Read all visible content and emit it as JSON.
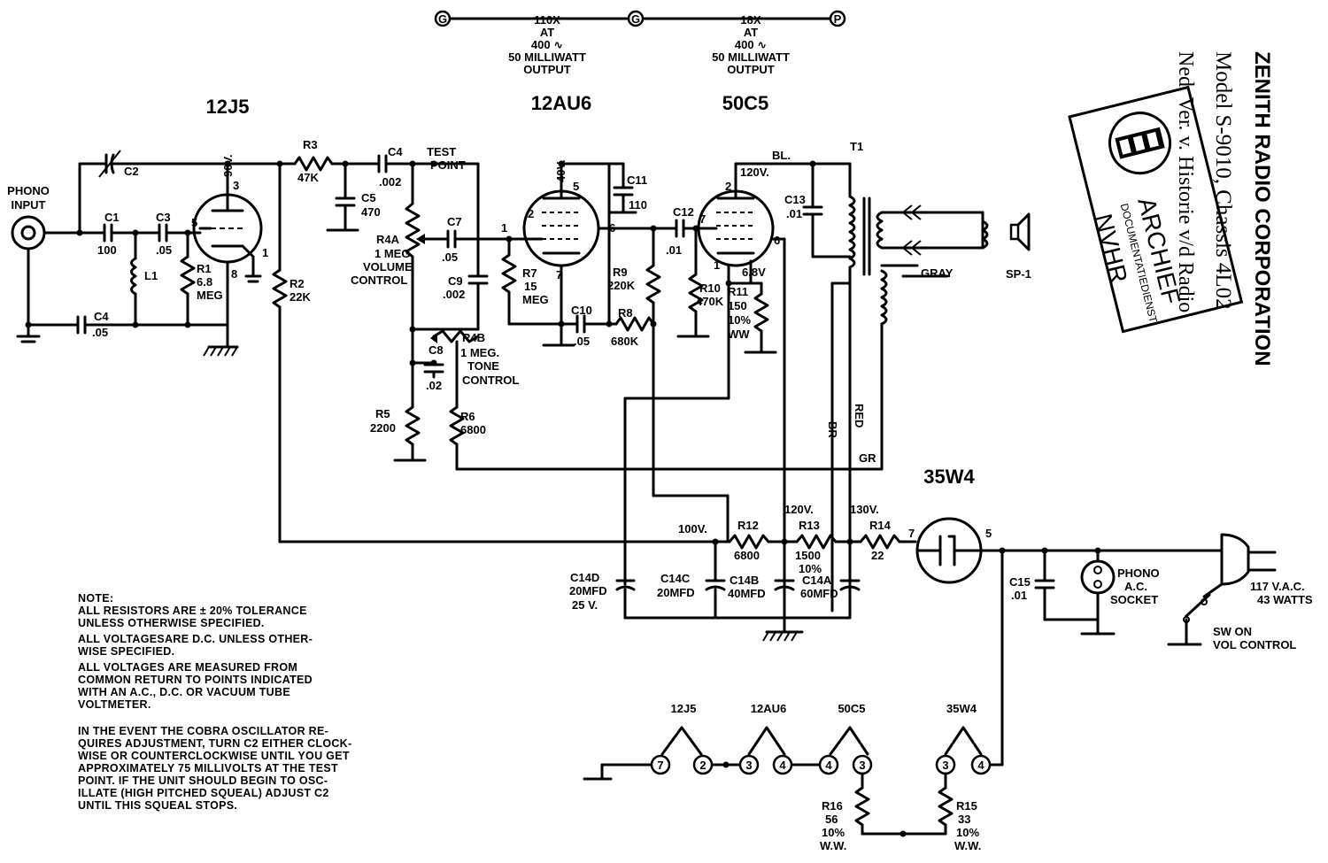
{
  "gain_chain": {
    "nodes": [
      "G",
      "G",
      "P"
    ],
    "stage1": [
      "110X",
      "AT",
      "400 ∿",
      "50 MILLIWATT",
      "OUTPUT"
    ],
    "stage2": [
      "18X",
      "AT",
      "400 ∿",
      "50 MILLIWATT",
      "OUTPUT"
    ]
  },
  "tubes": {
    "t1": "12J5",
    "t2": "12AU6",
    "t3": "50C5",
    "t4": "35W4"
  },
  "labels": {
    "phono_input": [
      "PHONO",
      "INPUT"
    ],
    "c1": "C1",
    "c1v": "100",
    "c2": "C2",
    "c3": "C3",
    "c3v": ".05",
    "c4a": "C4",
    "c4av": ".05",
    "c4b": "C4",
    "c4bv": ".002",
    "c5": "C5",
    "c5v": "470",
    "c7": "C7",
    "c7v": ".05",
    "c8": "C8",
    "c8v": ".02",
    "c9": "C9",
    "c9v": ".002",
    "c10": "C10",
    "c10v": ".05",
    "c11": "C11",
    "c11v": "110",
    "c12": "C12",
    "c12v": ".01",
    "c13": "C13",
    "c13v": ".01",
    "c15": "C15",
    "c15v": ".01",
    "l1": "L1",
    "r1": [
      "R1",
      "6.8",
      "MEG"
    ],
    "r2": [
      "R2",
      "22K"
    ],
    "r3": [
      "R3",
      "47K"
    ],
    "r4a": [
      "R4A",
      "1 MEG.",
      "VOLUME",
      "CONTROL"
    ],
    "r4b": [
      "R4B",
      "1 MEG.",
      "TONE",
      "CONTROL"
    ],
    "r5": [
      "R5",
      "2200"
    ],
    "r6": [
      "R6",
      "6800"
    ],
    "r7": [
      "R7",
      "15",
      "MEG"
    ],
    "r8": [
      "R8",
      "680K"
    ],
    "r9": [
      "R9",
      "220K"
    ],
    "r10": [
      "R10",
      "470K"
    ],
    "r11": [
      "R11",
      "150",
      "10%",
      "WW"
    ],
    "r12": [
      "R12",
      "6800"
    ],
    "r13": [
      "R13",
      "1500",
      "10%"
    ],
    "r14": [
      "R14",
      "22"
    ],
    "r15": [
      "R15",
      "33",
      "10%",
      "W.W."
    ],
    "r16": [
      "R16",
      "56",
      "10%",
      "W.W."
    ],
    "test_point": [
      "TEST",
      "POINT"
    ],
    "bl": "BL.",
    "t1": "T1",
    "sp1": "SP-1",
    "gray": "GRAY",
    "br": "BR",
    "red": "RED",
    "gr": "GR",
    "v_90": "90V.",
    "v_40": "40V.",
    "v_120a": "120V.",
    "v_68": "6.8V",
    "v_100": "100V.",
    "v_120b": "120V.",
    "v_130": "130V.",
    "c14d": [
      "C14D",
      "20MFD",
      "25 V."
    ],
    "c14c": [
      "C14C",
      "20MFD"
    ],
    "c14b": [
      "C14B",
      "40MFD"
    ],
    "c14a": [
      "C14A",
      "60MFD"
    ],
    "phono_socket": [
      "PHONO",
      "A.C.",
      "SOCKET"
    ],
    "ac_in": [
      "117 V.A.C.",
      "43 WATTS"
    ],
    "sw": [
      "SW ON",
      "VOL CONTROL"
    ],
    "pin_numbers": [
      "3",
      "5",
      "8",
      "1",
      "2",
      "5",
      "6",
      "7",
      "1",
      "2",
      "7",
      "6",
      "1",
      "7",
      "5"
    ]
  },
  "filament": {
    "tubes": [
      "12J5",
      "12AU6",
      "50C5",
      "35W4"
    ],
    "pins": [
      "7",
      "2",
      "3",
      "4",
      "4",
      "3",
      "3",
      "4"
    ]
  },
  "note": [
    "NOTE:",
    "ALL RESISTORS ARE ± 20% TOLERANCE",
    "UNLESS OTHERWISE SPECIFIED.",
    "ALL VOLTAGESARE D.C. UNLESS OTHER-",
    "WISE  SPECIFIED.",
    "ALL VOLTAGES ARE MEASURED FROM",
    "COMMON RETURN TO POINTS INDICATED",
    "WITH AN A.C., D.C. OR VACUUM TUBE",
    "VOLTMETER.",
    "IN THE EVENT THE COBRA OSCILLATOR RE-",
    "QUIRES ADJUSTMENT, TURN C2 EITHER CLOCK-",
    "WISE OR COUNTERCLOCKWISE UNTIL YOU GET",
    "APPROXIMATELY 75 MILLIVOLTS AT THE TEST",
    "POINT. IF THE UNIT SHOULD BEGIN TO OSC-",
    "ILLATE (HIGH PITCHED SQUEAL) ADJUST C2",
    "UNTIL THIS SQUEAL STOPS."
  ],
  "header": {
    "company": "ZENITH RADIO CORPORATION",
    "model": "Model S-9010, Chassis 4L02",
    "archive_line": "Ned. Ver. v. Historie v/d Radio"
  },
  "stamp": {
    "title": "ARCHIEF",
    "sub": "DOCUMENTATIEDIENST",
    "org": "NVHR"
  }
}
